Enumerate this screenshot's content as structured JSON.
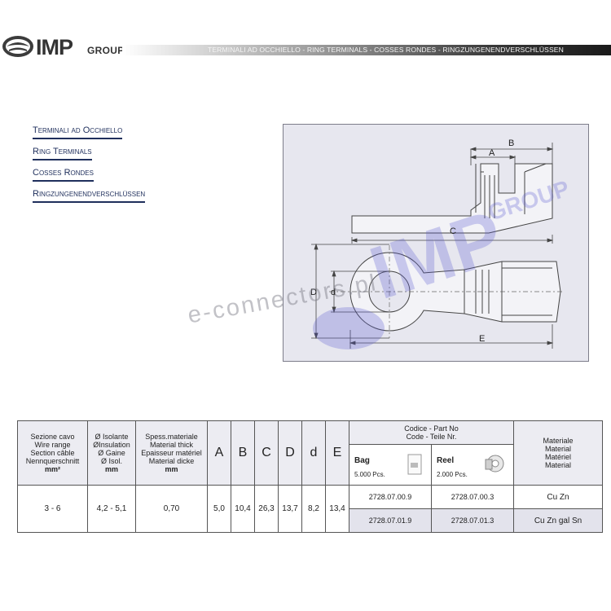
{
  "header": {
    "brand_main": "IMP",
    "brand_sub": "GROUP",
    "banner_text": "TERMINALI AD OCCHIELLO - RING TERMINALS - COSSES RONDES - RINGZUNGENENDVERSCHLÜSSEN"
  },
  "titles": [
    "Terminali ad Occhiello",
    "Ring Terminals",
    "Cosses Rondes",
    "Ringzungenendverschlüssen"
  ],
  "drawing": {
    "labels": {
      "A": "A",
      "B": "B",
      "C": "C",
      "D": "D",
      "d": "d",
      "E": "E"
    },
    "watermark": "e-connectors.pl"
  },
  "table": {
    "col_section": [
      "Sezione cavo",
      "Wire range",
      "Section câble",
      "Nennquerschnitt",
      "mm²"
    ],
    "col_insulation": [
      "Ø Isolante",
      "ØInsulation",
      "Ø Gaine",
      "Ø Isol.",
      "mm"
    ],
    "col_thickness": [
      "Spess.materiale",
      "Material thick",
      "Epaisseur matériel",
      "Material dicke",
      "mm"
    ],
    "dims": [
      "A",
      "B",
      "C",
      "D",
      "d",
      "E"
    ],
    "code_header": [
      "Codice - Part No",
      "Code - Teile Nr."
    ],
    "bag": {
      "name": "Bag",
      "qty": "5.000 Pcs."
    },
    "reel": {
      "name": "Reel",
      "qty": "2.000 Pcs."
    },
    "col_material": [
      "Materiale",
      "Material",
      "Matériel",
      "Material"
    ],
    "row": {
      "section": "3 - 6",
      "insulation": "4,2 - 5,1",
      "thickness": "0,70",
      "values": [
        "5,0",
        "10,4",
        "26,3",
        "13,7",
        "8,2",
        "13,4"
      ]
    },
    "codes": [
      {
        "bag": "2728.07.00.9",
        "reel": "2728.07.00.3",
        "material": "Cu Zn"
      },
      {
        "bag": "2728.07.01.9",
        "reel": "2728.07.01.3",
        "material": "Cu Zn gal Sn"
      }
    ]
  }
}
